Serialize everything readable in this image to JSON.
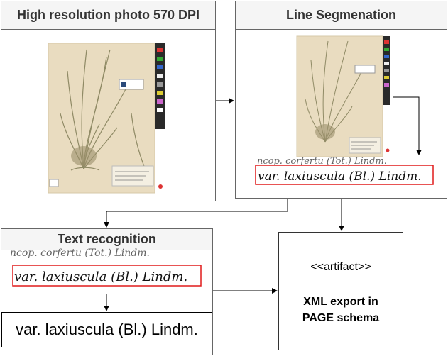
{
  "panels": {
    "photo": {
      "title": "High resolution photo 570 DPI"
    },
    "segmentation": {
      "title": "Line Segmenation"
    },
    "recognition": {
      "title": "Text recognition",
      "result": "var. laxiuscula (Bl.) Lindm."
    }
  },
  "artifact": {
    "stereotype": "<<artifact>>",
    "name_line1": "XML export in",
    "name_line2": "PAGE schema"
  },
  "colors": {
    "box_border": "#666666",
    "header_bg": "#f5f5f5",
    "herbarium_paper": "#e9dcc0",
    "plant": "#8f8a65",
    "highlight": "#e01a1a"
  }
}
